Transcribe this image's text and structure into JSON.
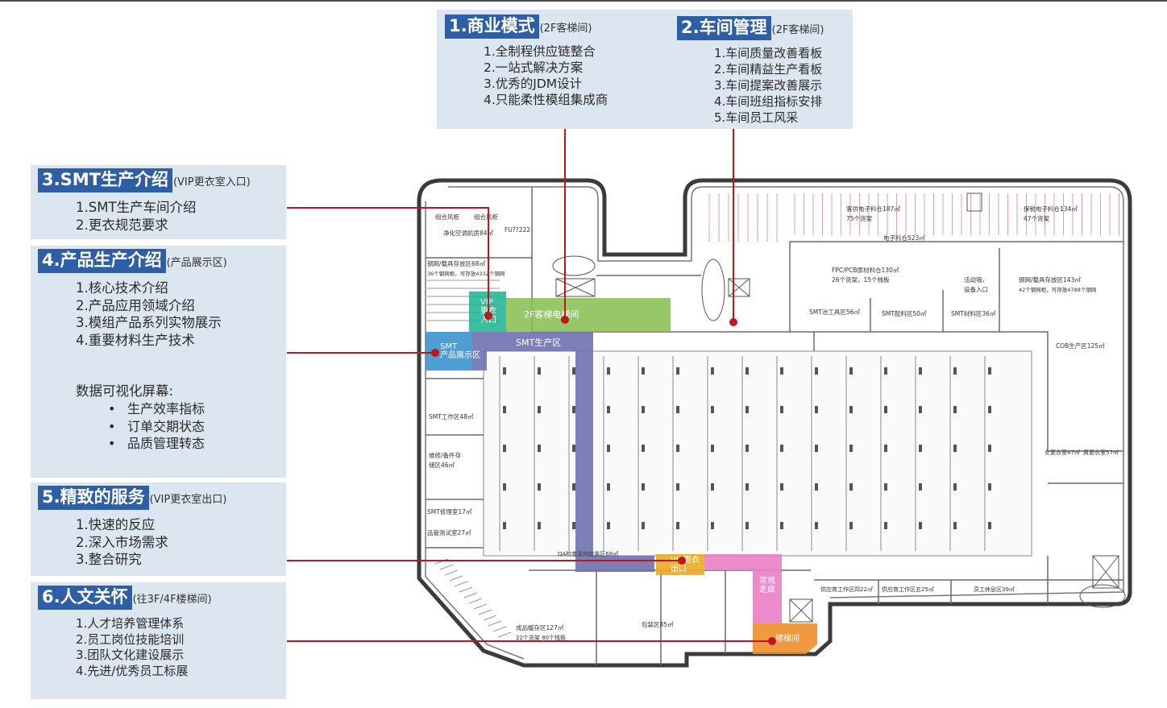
{
  "panels": {
    "p1": {
      "title": "1.商业模式",
      "sub": "(2F客梯间)",
      "items": [
        "1.全制程供应链整合",
        "2.一站式解决方案",
        "3.优秀的JDM设计",
        "4.只能柔性模组集成商"
      ]
    },
    "p2": {
      "title": "2.车间管理",
      "sub": "(2F客梯间)",
      "items": [
        "1.车间质量改善看板",
        "2.车间精益生产看板",
        "3.车间提案改善展示",
        "4.车间班组指标安排",
        "5.车间员工风采"
      ]
    },
    "p3": {
      "title": "3.SMT生产介绍",
      "sub": "(VIP更衣室入口)",
      "items": [
        "1.SMT生产车间介绍",
        "2.更衣规范要求"
      ]
    },
    "p4": {
      "title": "4.产品生产介绍",
      "sub": "(产品展示区)",
      "items": [
        "1.核心技术介绍",
        "2.产品应用领域介绍",
        "3.模组产品系列实物展示",
        "4.重要材料生产技术"
      ],
      "screen_heading": "数据可视化屏幕:",
      "bullets": [
        "生产效率指标",
        "订单交期状态",
        "品质管理转态"
      ]
    },
    "p5": {
      "title": "5.精致的服务",
      "sub": "(VIP更衣室出口)",
      "items": [
        "1.快速的反应",
        "2.深入市场需求",
        "3.整合研究"
      ]
    },
    "p6": {
      "title": "6.人文关怀",
      "sub": "(往3F/4F楼梯间)",
      "items": [
        "1.人才培养管理体系",
        "2.员工岗位技能培训",
        "3.团队文化建设展示",
        "4.先进/优秀员工标展"
      ]
    }
  },
  "floor": {
    "zones": {
      "vip_entry": "VIP\n更衣\n入口",
      "elevator_hall": "2F客梯电梯间",
      "smt_area": "SMT生产区",
      "smt_showroom": "SMT\n产品展示区",
      "vip_exit": "VIP更衣\n出口",
      "corridor": "常规\n走廊",
      "stair": "楼梯间"
    },
    "labels": {
      "ac_room_a": "组合风柜",
      "ac_room_b": "组合风柜",
      "clean_ac": "净化空调机房84㎡",
      "fu": "FU??222",
      "steel_left": "钢网/载具存放区68㎡",
      "steel_left2": "36个钢网柜，可存放4332个钢网",
      "customer_mat": "客供电子料仓187㎡",
      "customer_mat2": "75个货架",
      "bonded_mat": "保税电子料仓134㎡",
      "bonded_mat2": "47个货架",
      "elec_mat": "电子料仓523㎡",
      "fpc_pcb": "FPC/PCB原材料仓130㎡",
      "fpc_pcb2": "26个货架，15个栈板",
      "activity": "活动墙，",
      "activity2": "设备入口",
      "steel_right": "钢网/载具存放区143㎡",
      "steel_right2": "42个钢网柜，可存放4788个钢网",
      "smt_tool": "SMT治工具区56㎡",
      "smt_mix": "SMT配料区50㎡",
      "smt_mat": "SMT材料区36㎡",
      "cob": "COB生产区125㎡",
      "smt_work": "SMT工作区48㎡",
      "repair": "维修/备件存",
      "repair2": "储区46㎡",
      "smt_repair": "SMT修理室17㎡",
      "ctrl": "品管测试室27㎡",
      "qa": "QA检查及内包装区68㎡",
      "pack": "包装区85㎡",
      "buffer": "成品缓存区127㎡",
      "buffer2": "22个货架  80个栈板",
      "f_change": "女更衣室47㎡",
      "m_change": "男更衣室57㎡",
      "sup4": "供应商工作区四22㎡",
      "sup5": "供应商工作区五25㎡",
      "staff_rest": "员工休息区39㎡"
    }
  },
  "colors": {
    "panel_bg": "#dce6f1",
    "title_bg": "#2e5fa6",
    "connector": "#c0151b",
    "vip_entry": "#19b48f",
    "elevator_hall": "#86bd4d",
    "smt_area": "#6f72b0",
    "smt_showroom": "#3b93cf",
    "vip_exit": "#ebab23",
    "corridor": "#e97ec4",
    "stair": "#ed8f2c"
  }
}
